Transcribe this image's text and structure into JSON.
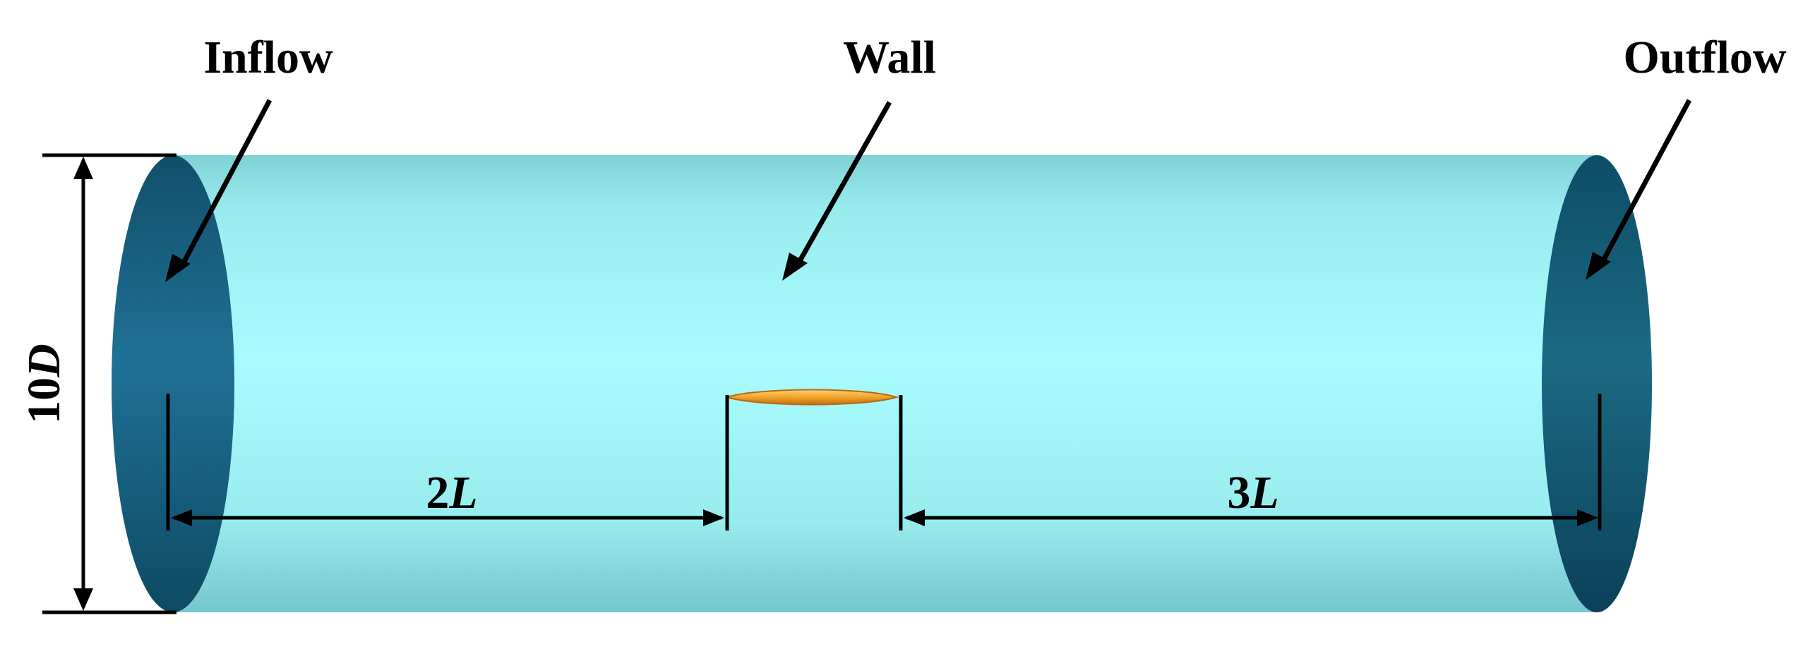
{
  "labels": {
    "inflow": "Inflow",
    "wall": "Wall",
    "outflow": "Outflow",
    "diameter_number": "10",
    "diameter_symbol": "D",
    "left_dist_number": "2",
    "left_dist_symbol": "L",
    "right_dist_number": "3",
    "right_dist_symbol": "L"
  },
  "colors": {
    "body_light": "#a6fbfd",
    "body_mid": "#8ee6e8",
    "body_edge": "#6cc4c8",
    "inlet_face": "#1f6e8f",
    "outlet_face": "#175f78",
    "vehicle": "#f0a020",
    "lines": "#000000"
  }
}
